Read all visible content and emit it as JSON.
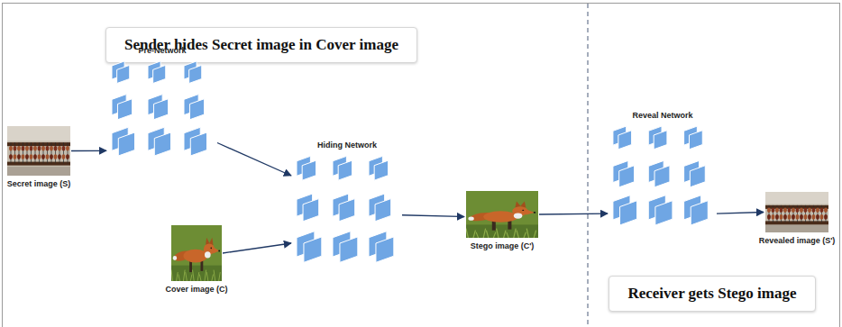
{
  "diagram": {
    "nodes": [
      {
        "text": [
          "Sender hides Secret image in Cover image"
        ]
      },
      {
        "text": [
          "Secret image (S)"
        ]
      },
      {
        "text": [
          "Pre-Network"
        ]
      },
      {
        "text": [
          "Hiding Network"
        ]
      },
      {
        "text": [
          "Cover image (C)"
        ]
      },
      {
        "text": [
          "Stego image (C')"
        ]
      },
      {
        "text": [
          "Reveal Network"
        ]
      },
      {
        "text": [
          "Revealed image (S')"
        ]
      },
      {
        "text": [
          "Receiver gets Stego image"
        ]
      }
    ],
    "edges": [
      {
        "from": 1,
        "to": 2,
        "arrow": "to"
      },
      {
        "from": 2,
        "to": 3,
        "arrow": "to"
      },
      {
        "from": 4,
        "to": 3,
        "arrow": "to"
      },
      {
        "from": 3,
        "to": 5,
        "arrow": "to"
      },
      {
        "from": 5,
        "to": 6,
        "arrow": "to"
      },
      {
        "from": 6,
        "to": 7,
        "arrow": "to"
      }
    ]
  }
}
